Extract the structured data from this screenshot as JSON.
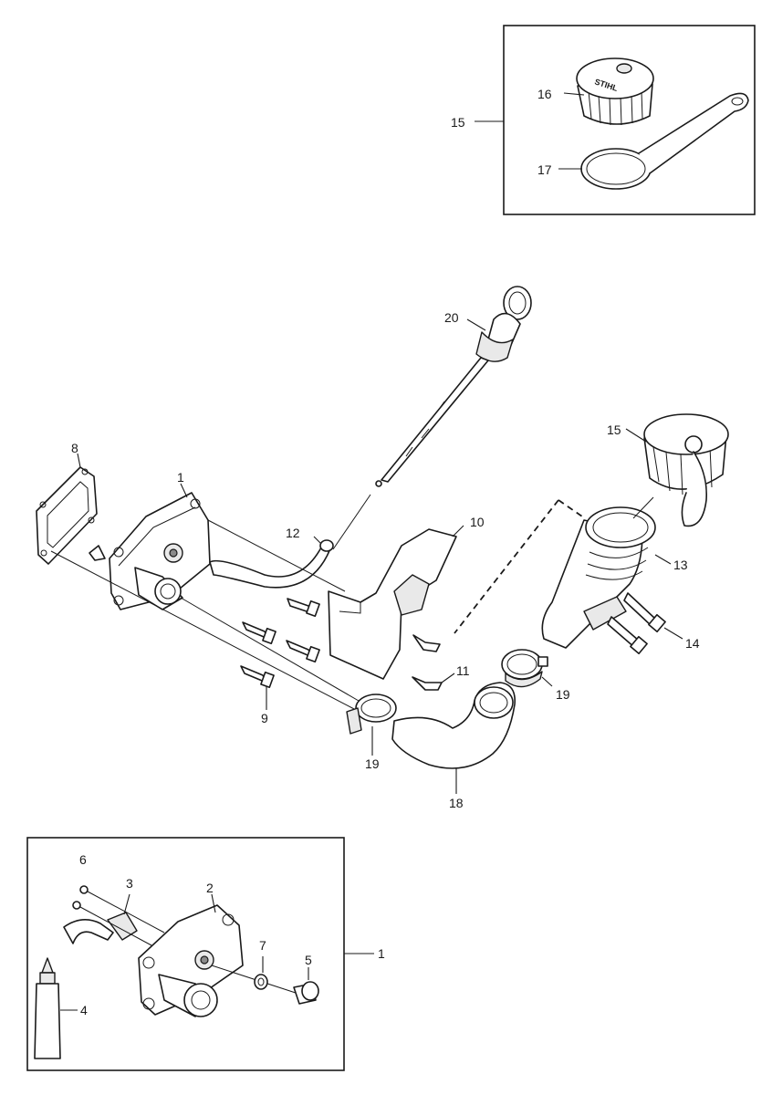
{
  "callouts": {
    "c15_inset": "15",
    "c16": "16",
    "c17": "17",
    "c20": "20",
    "c15_main": "15",
    "c8": "8",
    "c1_main": "1",
    "c12": "12",
    "c10": "10",
    "c13": "13",
    "c14": "14",
    "c11": "11",
    "c19_right": "19",
    "c9": "9",
    "c19_left": "19",
    "c18": "18",
    "c6": "6",
    "c3": "3",
    "c2": "2",
    "c7": "7",
    "c5": "5",
    "c1_inset": "1",
    "c4": "4"
  },
  "cap_lettering": "STIHL"
}
